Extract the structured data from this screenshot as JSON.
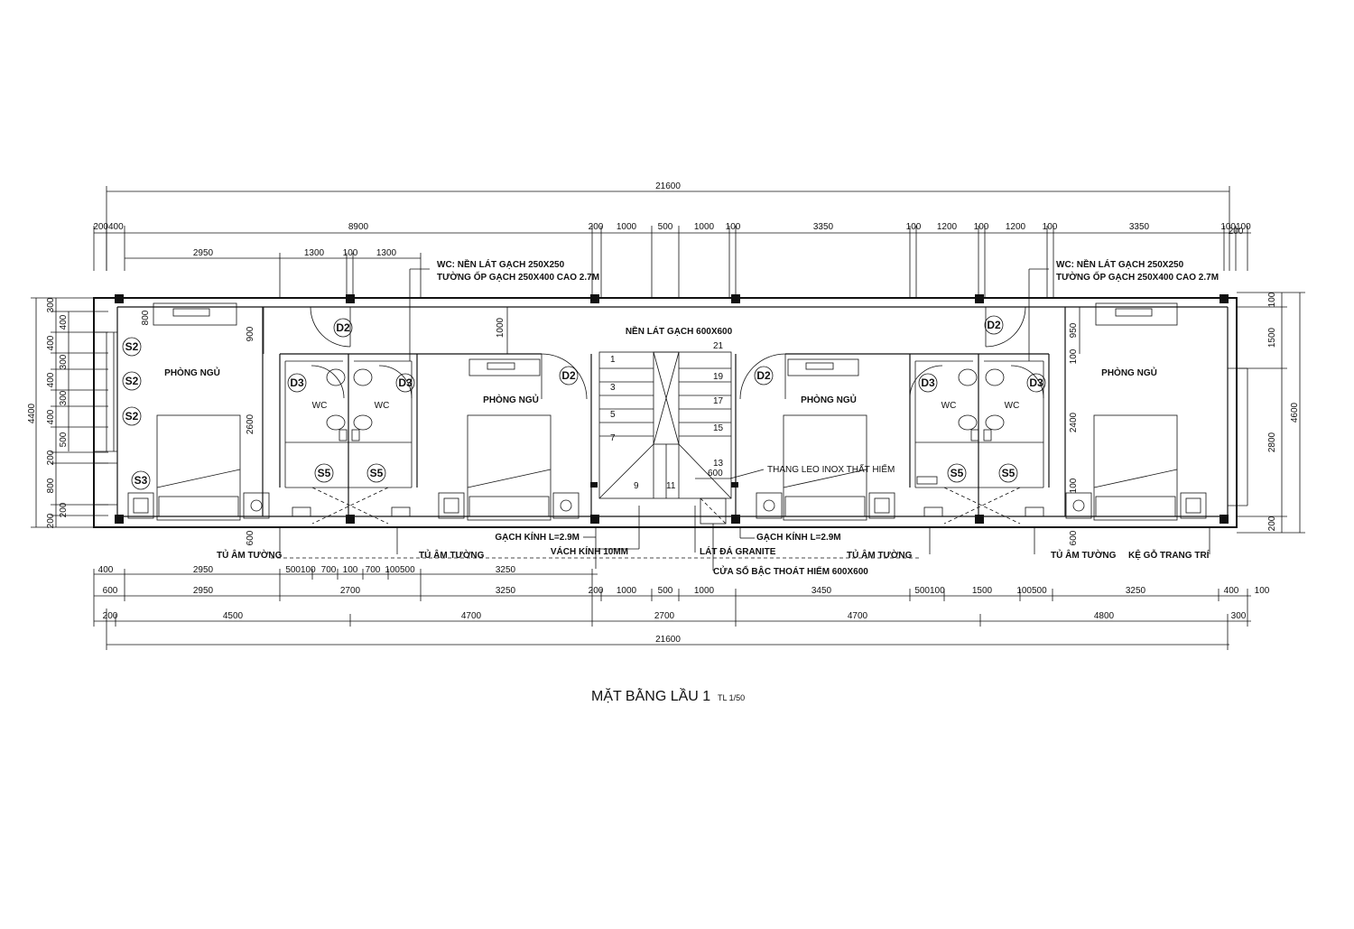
{
  "title": {
    "main": "MẶT BẰNG LẦU 1",
    "scale": "TL 1/50"
  },
  "dims": {
    "total_top": "21600",
    "total_bottom": "21600",
    "r_200": "200",
    "r_200400": "200400",
    "r_8900": "8900",
    "r_200b": "200",
    "r_1000a": "1000",
    "r_500": "500",
    "r_1000b": "1000",
    "r_100a": "100",
    "r_3350a": "3350",
    "r_100b": "100",
    "r_1200a": "1200",
    "r_100c": "100",
    "r_1200b": "1200",
    "r_100d": "100",
    "r_3350b": "3350",
    "r_100100": "100100",
    "r2_2950": "2950",
    "r2_1300a": "1300",
    "r2_100": "100",
    "r2_1300b": "1300",
    "v_1000": "1000",
    "v_900": "900",
    "v_2600": "2600",
    "v_950": "950",
    "v_100": "100",
    "v_2400": "2400",
    "v_100b": "100",
    "v_600a": "600",
    "v_600b": "600",
    "l_300": "300",
    "l_400a": "400",
    "l_400b": "400",
    "l_300b": "300",
    "l_400c": "400",
    "l_300c": "300",
    "l_400d": "400",
    "l_500": "500",
    "l_200": "200",
    "l_800": "800",
    "l_200b": "200",
    "l_200c": "200",
    "l_4400": "4400",
    "i_800": "800",
    "ri_100": "100",
    "ri_1500": "1500",
    "ri_2800": "2800",
    "ri_200": "200",
    "ri_4600": "4600",
    "b1_400": "400",
    "b1_2950": "2950",
    "b1_500100": "500100",
    "b1_700a": "700",
    "b1_100": "100",
    "b1_700b": "700",
    "b1_100500": "100500",
    "b1_3250": "3250",
    "b2_600": "600",
    "b2_2950": "2950",
    "b2_2700": "2700",
    "b2_3250": "3250",
    "b2_200": "200",
    "b2_1000a": "1000",
    "b2_500": "500",
    "b2_1000b": "1000",
    "b2_3450": "3450",
    "b2_500100": "500100",
    "b2_1500": "1500",
    "b2_100500": "100500",
    "b2_3250b": "3250",
    "b2_400": "400",
    "b2_100": "100",
    "b3_200": "200",
    "b3_4500": "4500",
    "b3_4700a": "4700",
    "b3_2700": "2700",
    "b3_4700b": "4700",
    "b3_4800": "4800",
    "b3_300": "300"
  },
  "notes": {
    "wc_left_1": "WC: NỀN LÁT GẠCH 250X250",
    "wc_left_2": "TƯỜNG ỐP GẠCH 250X400 CAO 2.7M",
    "wc_right_1": "WC: NỀN LÁT GẠCH 250X250",
    "wc_right_2": "TƯỜNG ỐP GẠCH 250X400 CAO 2.7M",
    "floor_tile": "NỀN LÁT GẠCH 600X600",
    "ladder": "THANG LEO INOX THẤT HIỂM",
    "glass_brick_left": "GẠCH KÍNH L=2.9M",
    "glass_brick_right": "GẠCH KÍNH L=2.9M",
    "glass_wall": "VÁCH KÍNH 10MM",
    "granite": "LÁT ĐÁ GRANITE",
    "escape_window": "CỬA SỔ BẬC THOÁT HIỂM 600X600",
    "wardrobe_1": "TỦ ÂM TƯỜNG",
    "wardrobe_2": "TỦ ÂM TƯỜNG",
    "wardrobe_3": "TỦ ÂM TƯỜNG",
    "wardrobe_4": "TỦ ÂM TƯỜNG",
    "shelf": "KỆ GỖ TRANG TRÍ"
  },
  "rooms": {
    "bed1": "PHÒNG NGỦ",
    "bed2": "PHÒNG NGỦ",
    "bed3": "PHÒNG NGỦ",
    "bed4": "PHÒNG NGỦ",
    "wc1": "WC",
    "wc2": "WC",
    "wc3": "WC",
    "wc4": "WC"
  },
  "tags": {
    "s2a": "S2",
    "s2b": "S2",
    "s2c": "S2",
    "s3": "S3",
    "d2a": "D2",
    "d2b": "D2",
    "d2c": "D2",
    "d2d": "D2",
    "d3a": "D3",
    "d3b": "D3",
    "d3c": "D3",
    "d3d": "D3",
    "s5a": "S5",
    "s5b": "S5",
    "s5c": "S5",
    "s5d": "S5"
  },
  "steps": {
    "s1": "1",
    "s3": "3",
    "s5": "5",
    "s7": "7",
    "s9": "9",
    "s11": "11",
    "s13": "13",
    "s15": "15",
    "s17": "17",
    "s19": "19",
    "s21": "21",
    "s600": "600"
  }
}
